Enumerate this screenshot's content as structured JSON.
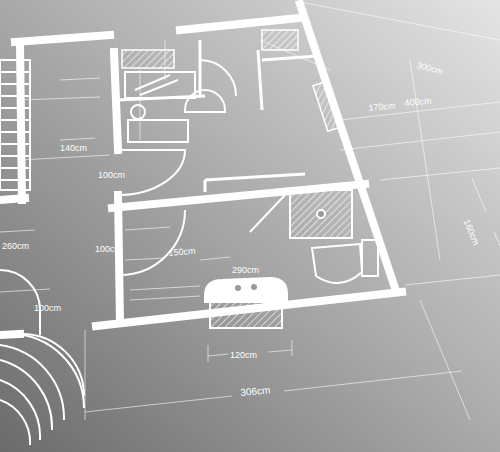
{
  "diagram": {
    "labels": [
      "140cm",
      "100cm",
      "100cm",
      "260cm",
      "150cm",
      "290cm",
      "120cm",
      "306cm",
      "160cm",
      "100cm",
      "170cm",
      "400cm",
      "300cm"
    ]
  }
}
